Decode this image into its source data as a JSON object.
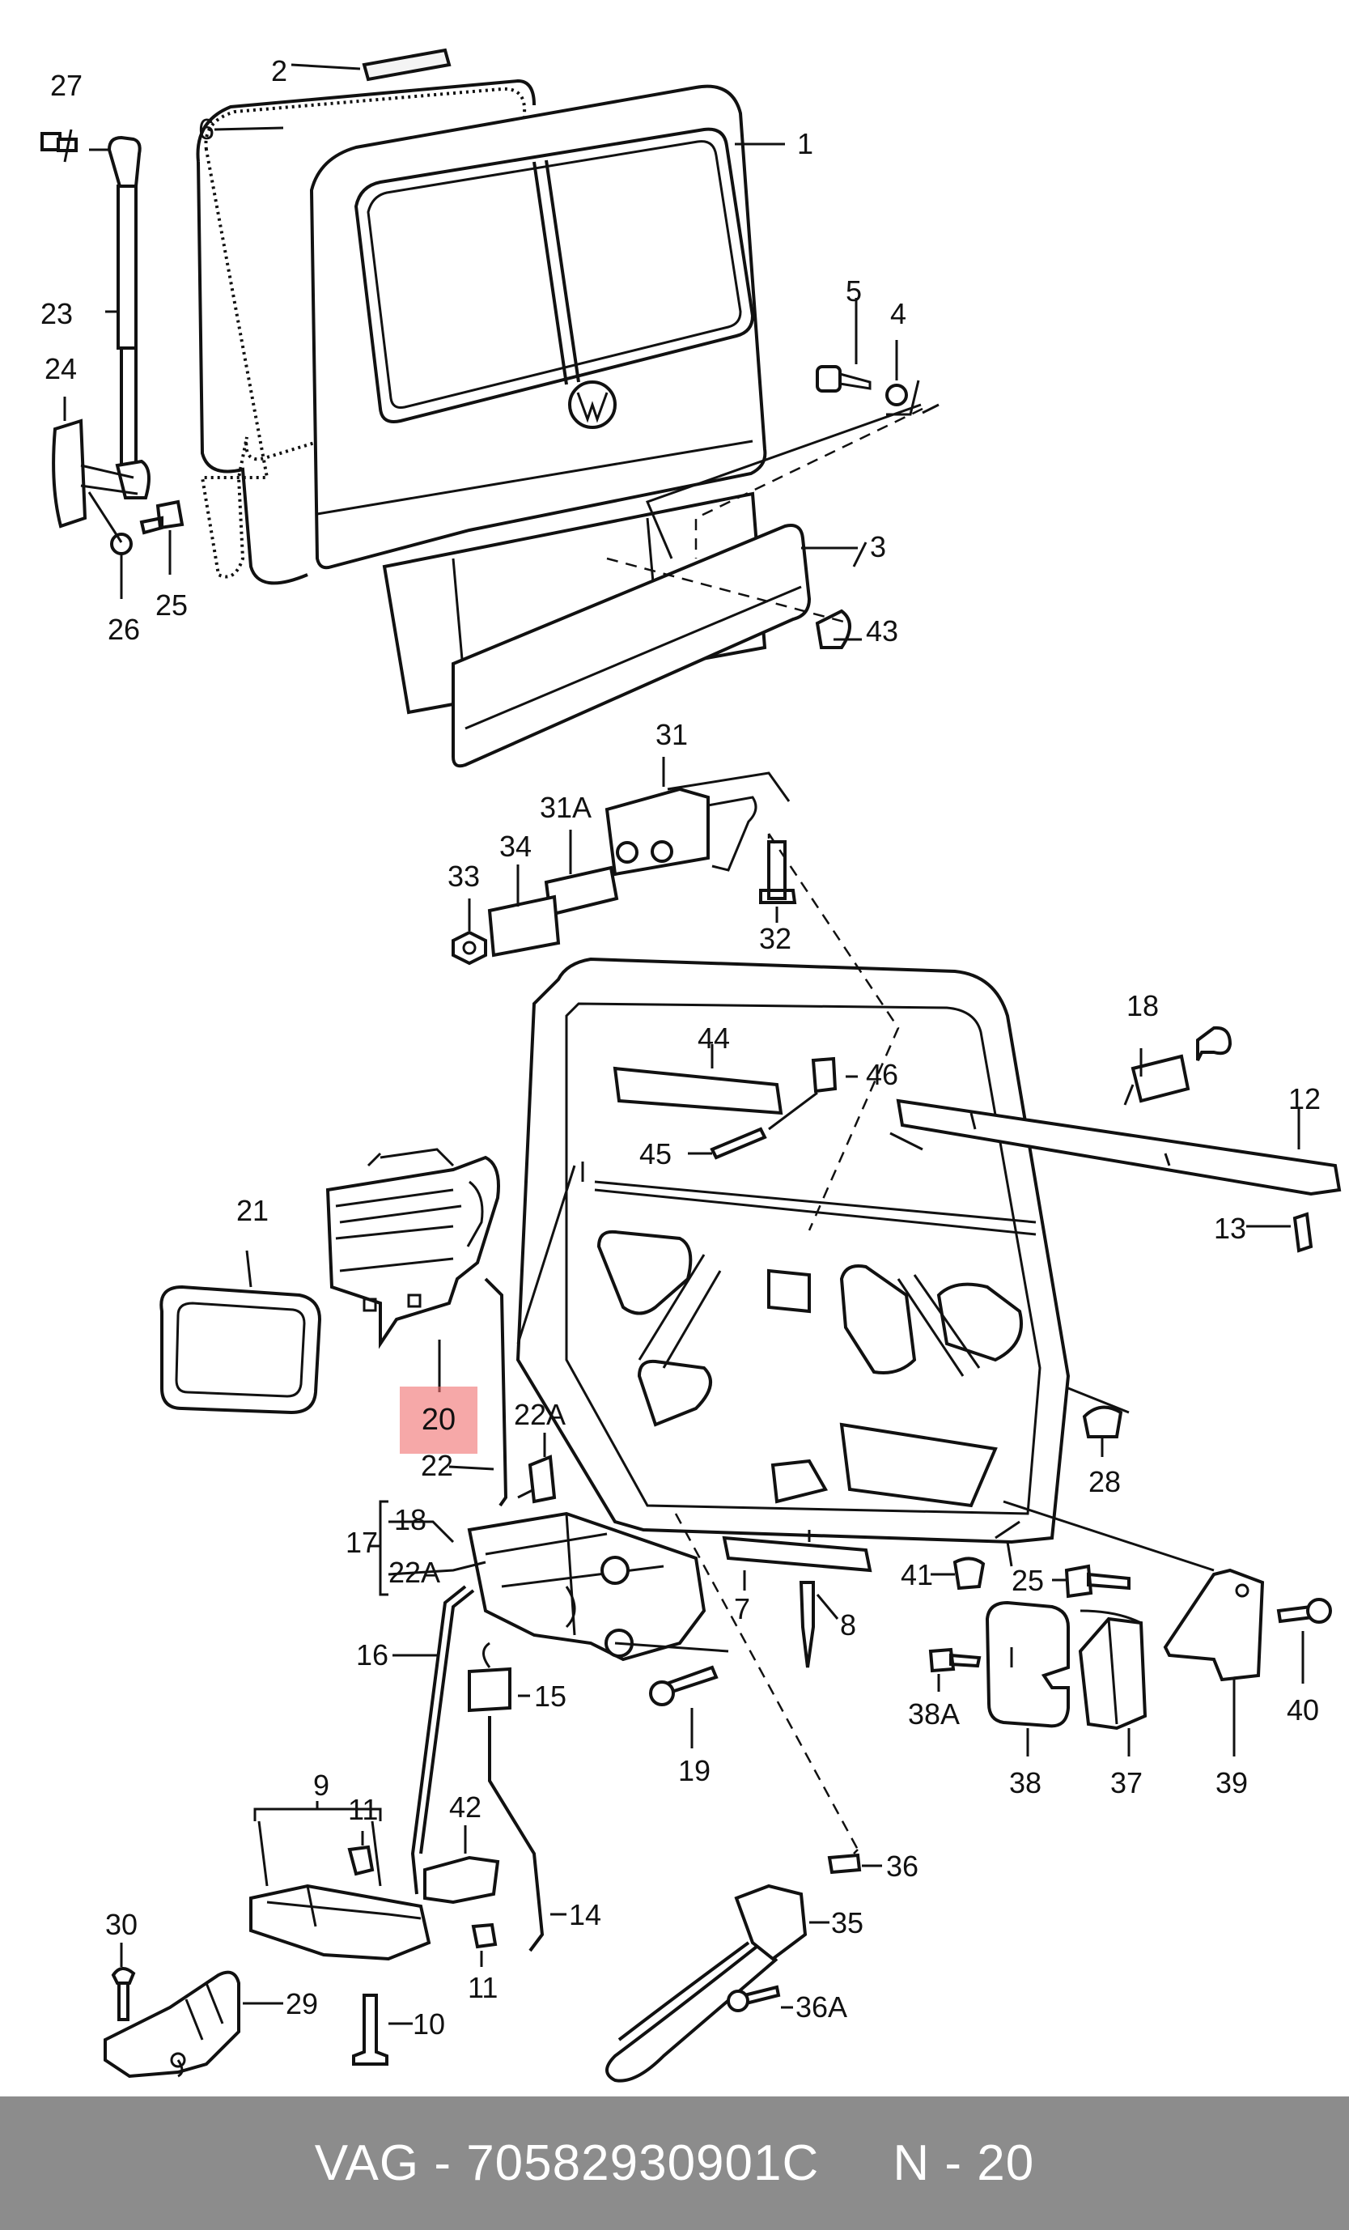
{
  "diagram": {
    "callouts": [
      "27",
      "2",
      "6",
      "1",
      "23",
      "24",
      "25",
      "26",
      "5",
      "4",
      "3",
      "43",
      "31",
      "31A",
      "34",
      "33",
      "32",
      "44",
      "46",
      "45",
      "18",
      "12",
      "13",
      "21",
      "22A",
      "22",
      "17",
      "18",
      "22A",
      "16",
      "15",
      "19",
      "7",
      "8",
      "41",
      "25",
      "38A",
      "38",
      "37",
      "39",
      "40",
      "28",
      "9",
      "11",
      "42",
      "14",
      "11",
      "10",
      "30",
      "29",
      "36",
      "35",
      "36A"
    ],
    "highlighted_callout": "20",
    "highlight_color": "#f06e6e"
  },
  "footer": {
    "text": "VAG - 70582930901C     N - 20",
    "background": "#8c8c8c",
    "text_color": "#ffffff"
  }
}
